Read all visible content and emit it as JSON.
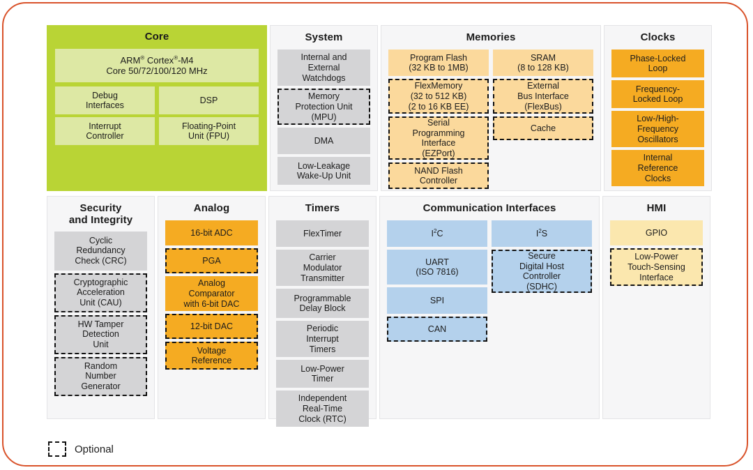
{
  "frame": {
    "accent_color": "#d9522a"
  },
  "legend": {
    "swatch_name": "dashed-square-icon",
    "label": "Optional"
  },
  "colors": {
    "core_green": "#b9d435",
    "core_inner": "#dde8a4",
    "gray": "#d4d4d6",
    "peach": "#fbd99c",
    "orange": "#f5ab22",
    "blue": "#b4d1ec",
    "cream": "#fbe7ae",
    "panel_bg": "#f6f6f7",
    "optional_border": "#111111"
  },
  "panels": {
    "core": {
      "title": "Core",
      "cpu": "ARM® Cortex®-M4\nCore 50/72/100/120 MHz",
      "cpu_line1": "ARM® Cortex®-M4",
      "cpu_line2": "Core 50/72/100/120 MHz",
      "blocks": [
        {
          "label": "Debug\nInterfaces",
          "optional": false
        },
        {
          "label": "DSP",
          "optional": false
        },
        {
          "label": "Interrupt\nController",
          "optional": false
        },
        {
          "label": "Floating-Point\nUnit (FPU)",
          "optional": false
        }
      ]
    },
    "system": {
      "title": "System",
      "blocks": [
        {
          "label": "Internal and\nExternal\nWatchdogs",
          "optional": false,
          "h": 52
        },
        {
          "label": "Memory\nProtection Unit\n(MPU)",
          "optional": true,
          "h": 52
        },
        {
          "label": "DMA",
          "optional": false,
          "h": 38
        },
        {
          "label": "Low-Leakage\nWake-Up Unit",
          "optional": false,
          "h": 40
        }
      ]
    },
    "memories": {
      "title": "Memories",
      "left_blocks": [
        {
          "label": "Program Flash\n(32 KB to 1MB)",
          "optional": false,
          "h": 38
        },
        {
          "label": "FlexMemory\n(32 to 512 KB)\n(2 to 16 KB EE)",
          "optional": true,
          "h": 50
        },
        {
          "label": "Serial\nProgramming\nInterface\n(EZPort)",
          "optional": true,
          "h": 62
        },
        {
          "label": "NAND Flash\nController",
          "optional": true,
          "h": 38
        }
      ],
      "right_blocks": [
        {
          "label": "SRAM\n(8 to 128 KB)",
          "optional": false,
          "h": 38
        },
        {
          "label": "External\nBus Interface\n(FlexBus)",
          "optional": true,
          "h": 50
        },
        {
          "label": "Cache",
          "optional": true,
          "h": 34
        }
      ]
    },
    "clocks": {
      "title": "Clocks",
      "blocks": [
        {
          "label": "Phase-Locked\nLoop",
          "optional": false,
          "h": 40
        },
        {
          "label": "Frequency-\nLocked Loop",
          "optional": false,
          "h": 40
        },
        {
          "label": "Low-/High-\nFrequency\nOscillators",
          "optional": false,
          "h": 52
        },
        {
          "label": "Internal\nReference\nClocks",
          "optional": false,
          "h": 52
        }
      ]
    },
    "security": {
      "title": "Security\nand Integrity",
      "title_line1": "Security",
      "title_line2": "and Integrity",
      "blocks": [
        {
          "label": "Cyclic\nRedundancy\nCheck (CRC)",
          "optional": false,
          "h": 56
        },
        {
          "label": "Cryptographic\nAcceleration\nUnit (CAU)",
          "optional": true,
          "h": 56
        },
        {
          "label": "HW Tamper\nDetection\nUnit",
          "optional": true,
          "h": 56
        },
        {
          "label": "Random\nNumber\nGenerator",
          "optional": true,
          "h": 56
        }
      ]
    },
    "analog": {
      "title": "Analog",
      "blocks": [
        {
          "label": "16-bit ADC",
          "optional": false,
          "h": 36
        },
        {
          "label": "PGA",
          "optional": true,
          "h": 36
        },
        {
          "label": "Analog\nComparator\nwith 6-bit DAC",
          "optional": false,
          "h": 50
        },
        {
          "label": "12-bit DAC",
          "optional": true,
          "h": 36
        },
        {
          "label": "Voltage\nReference",
          "optional": true,
          "h": 40
        }
      ]
    },
    "timers": {
      "title": "Timers",
      "blocks": [
        {
          "label": "FlexTimer",
          "optional": false,
          "h": 38
        },
        {
          "label": "Carrier\nModulator\nTransmitter",
          "optional": false,
          "h": 52
        },
        {
          "label": "Programmable\nDelay Block",
          "optional": false,
          "h": 42
        },
        {
          "label": "Periodic\nInterrupt\nTimers",
          "optional": false,
          "h": 52
        },
        {
          "label": "Low-Power\nTimer",
          "optional": false,
          "h": 40
        },
        {
          "label": "Independent\nReal-Time\nClock (RTC)",
          "optional": false,
          "h": 52
        }
      ]
    },
    "communication": {
      "title": "Communication Interfaces",
      "left_blocks": [
        {
          "label": "I²C",
          "optional": false,
          "h": 38,
          "sup": true
        },
        {
          "label": "UART\n(ISO 7816)",
          "optional": false,
          "h": 50
        },
        {
          "label": "SPI",
          "optional": false,
          "h": 38
        },
        {
          "label": "CAN",
          "optional": true,
          "h": 36
        }
      ],
      "right_blocks": [
        {
          "label": "I²S",
          "optional": false,
          "h": 38,
          "sup": true
        },
        {
          "label": "Secure\nDigital Host\nController\n(SDHC)",
          "optional": true,
          "h": 62
        }
      ]
    },
    "hmi": {
      "title": "HMI",
      "blocks": [
        {
          "label": "GPIO",
          "optional": false,
          "h": 36
        },
        {
          "label": "Low-Power\nTouch-Sensing\nInterface",
          "optional": true,
          "h": 54
        }
      ]
    }
  }
}
